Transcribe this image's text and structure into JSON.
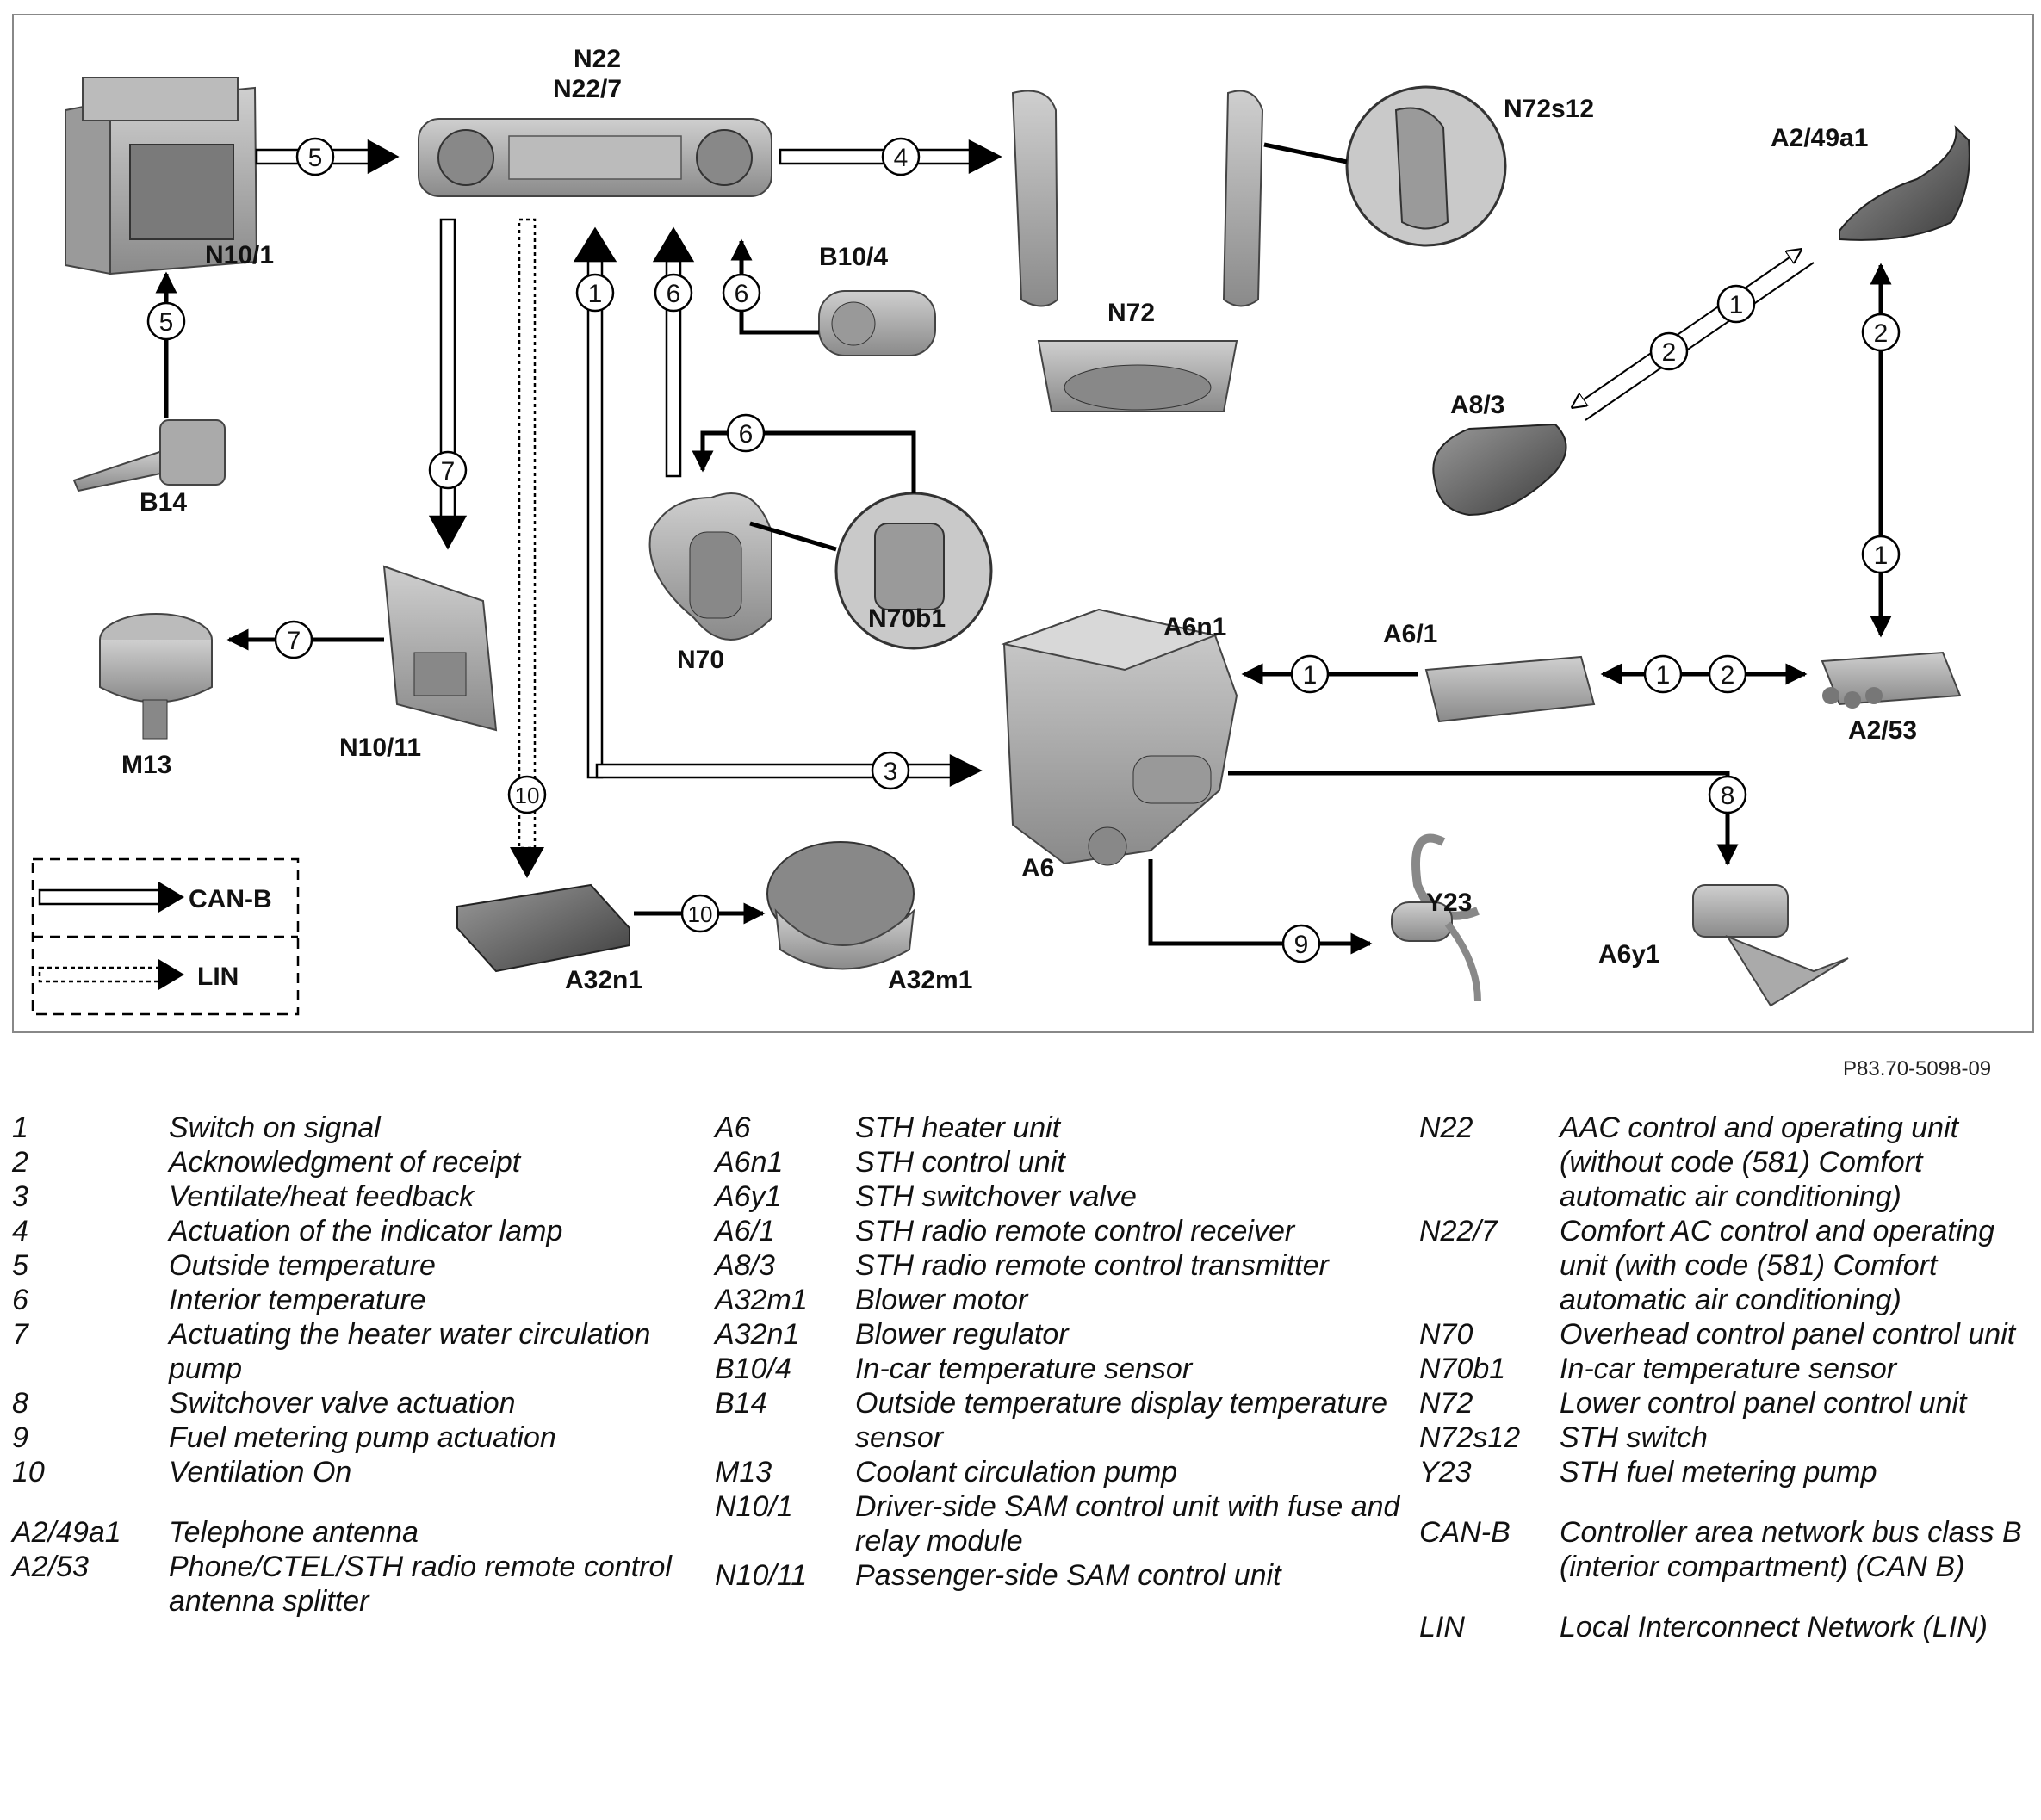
{
  "diagram": {
    "components": {
      "n10_1": "N10/1",
      "n22": "N22",
      "n22_7": "N22/7",
      "b10_4": "B10/4",
      "n72": "N72",
      "n72s12": "N72s12",
      "a2_49a1": "A2/49a1",
      "a8_3": "A8/3",
      "b14": "B14",
      "n70": "N70",
      "n70b1": "N70b1",
      "a6n1": "A6n1",
      "a6_1": "A6/1",
      "a2_53": "A2/53",
      "m13": "M13",
      "n10_11": "N10/11",
      "a6": "A6",
      "y23": "Y23",
      "a6y1": "A6y1",
      "a32n1": "A32n1",
      "a32m1": "A32m1"
    },
    "signal_numbers": [
      "1",
      "2",
      "3",
      "4",
      "5",
      "6",
      "7",
      "8",
      "9",
      "10"
    ],
    "bus_legend": {
      "can_b": "CAN-B",
      "lin": "LIN"
    }
  },
  "reference": "P83.70-5098-09",
  "legend_columns": [
    [
      {
        "code": "1",
        "desc": "Switch on signal"
      },
      {
        "code": "2",
        "desc": "Acknowledgment of receipt"
      },
      {
        "code": "3",
        "desc": "Ventilate/heat feedback"
      },
      {
        "code": "4",
        "desc": "Actuation of the indicator lamp"
      },
      {
        "code": "5",
        "desc": "Outside temperature"
      },
      {
        "code": "6",
        "desc": "Interior temperature"
      },
      {
        "code": "7",
        "desc": "Actuating the heater water circulation pump"
      },
      {
        "code": "8",
        "desc": "Switchover valve actuation"
      },
      {
        "code": "9",
        "desc": "Fuel metering pump actuation"
      },
      {
        "code": "10",
        "desc": "Ventilation On"
      },
      {
        "code": "A2/49a1",
        "desc": "Telephone antenna"
      },
      {
        "code": "A2/53",
        "desc": "Phone/CTEL/STH radio remote control antenna splitter"
      }
    ],
    [
      {
        "code": "A6",
        "desc": "STH heater unit"
      },
      {
        "code": "A6n1",
        "desc": "STH control unit"
      },
      {
        "code": "A6y1",
        "desc": "STH switchover valve"
      },
      {
        "code": "A6/1",
        "desc": "STH radio remote control receiver"
      },
      {
        "code": "A8/3",
        "desc": "STH radio remote control transmitter"
      },
      {
        "code": "A32m1",
        "desc": "Blower motor"
      },
      {
        "code": "A32n1",
        "desc": "Blower regulator"
      },
      {
        "code": "B10/4",
        "desc": "In-car temperature sensor"
      },
      {
        "code": "B14",
        "desc": "Outside temperature display temperature sensor"
      },
      {
        "code": "M13",
        "desc": "Coolant circulation pump"
      },
      {
        "code": "N10/1",
        "desc": "Driver-side SAM control unit with fuse and relay module"
      },
      {
        "code": "N10/11",
        "desc": "Passenger-side SAM control unit"
      }
    ],
    [
      {
        "code": "N22",
        "desc": "AAC control and operating unit (without code (581) Comfort automatic air conditioning)"
      },
      {
        "code": "N22/7",
        "desc": "Comfort AC control and operating unit (with code (581) Comfort automatic air conditioning)"
      },
      {
        "code": "N70",
        "desc": "Overhead control panel control unit"
      },
      {
        "code": "N70b1",
        "desc": "In-car temperature sensor"
      },
      {
        "code": "N72",
        "desc": "Lower control panel control unit"
      },
      {
        "code": "N72s12",
        "desc": "STH switch"
      },
      {
        "code": "Y23",
        "desc": "STH fuel metering pump"
      },
      {
        "code": "CAN-B",
        "desc": "Controller area network bus class B (interior compartment) (CAN B)"
      },
      {
        "code": "LIN",
        "desc": "Local Interconnect Network (LIN)"
      }
    ]
  ]
}
